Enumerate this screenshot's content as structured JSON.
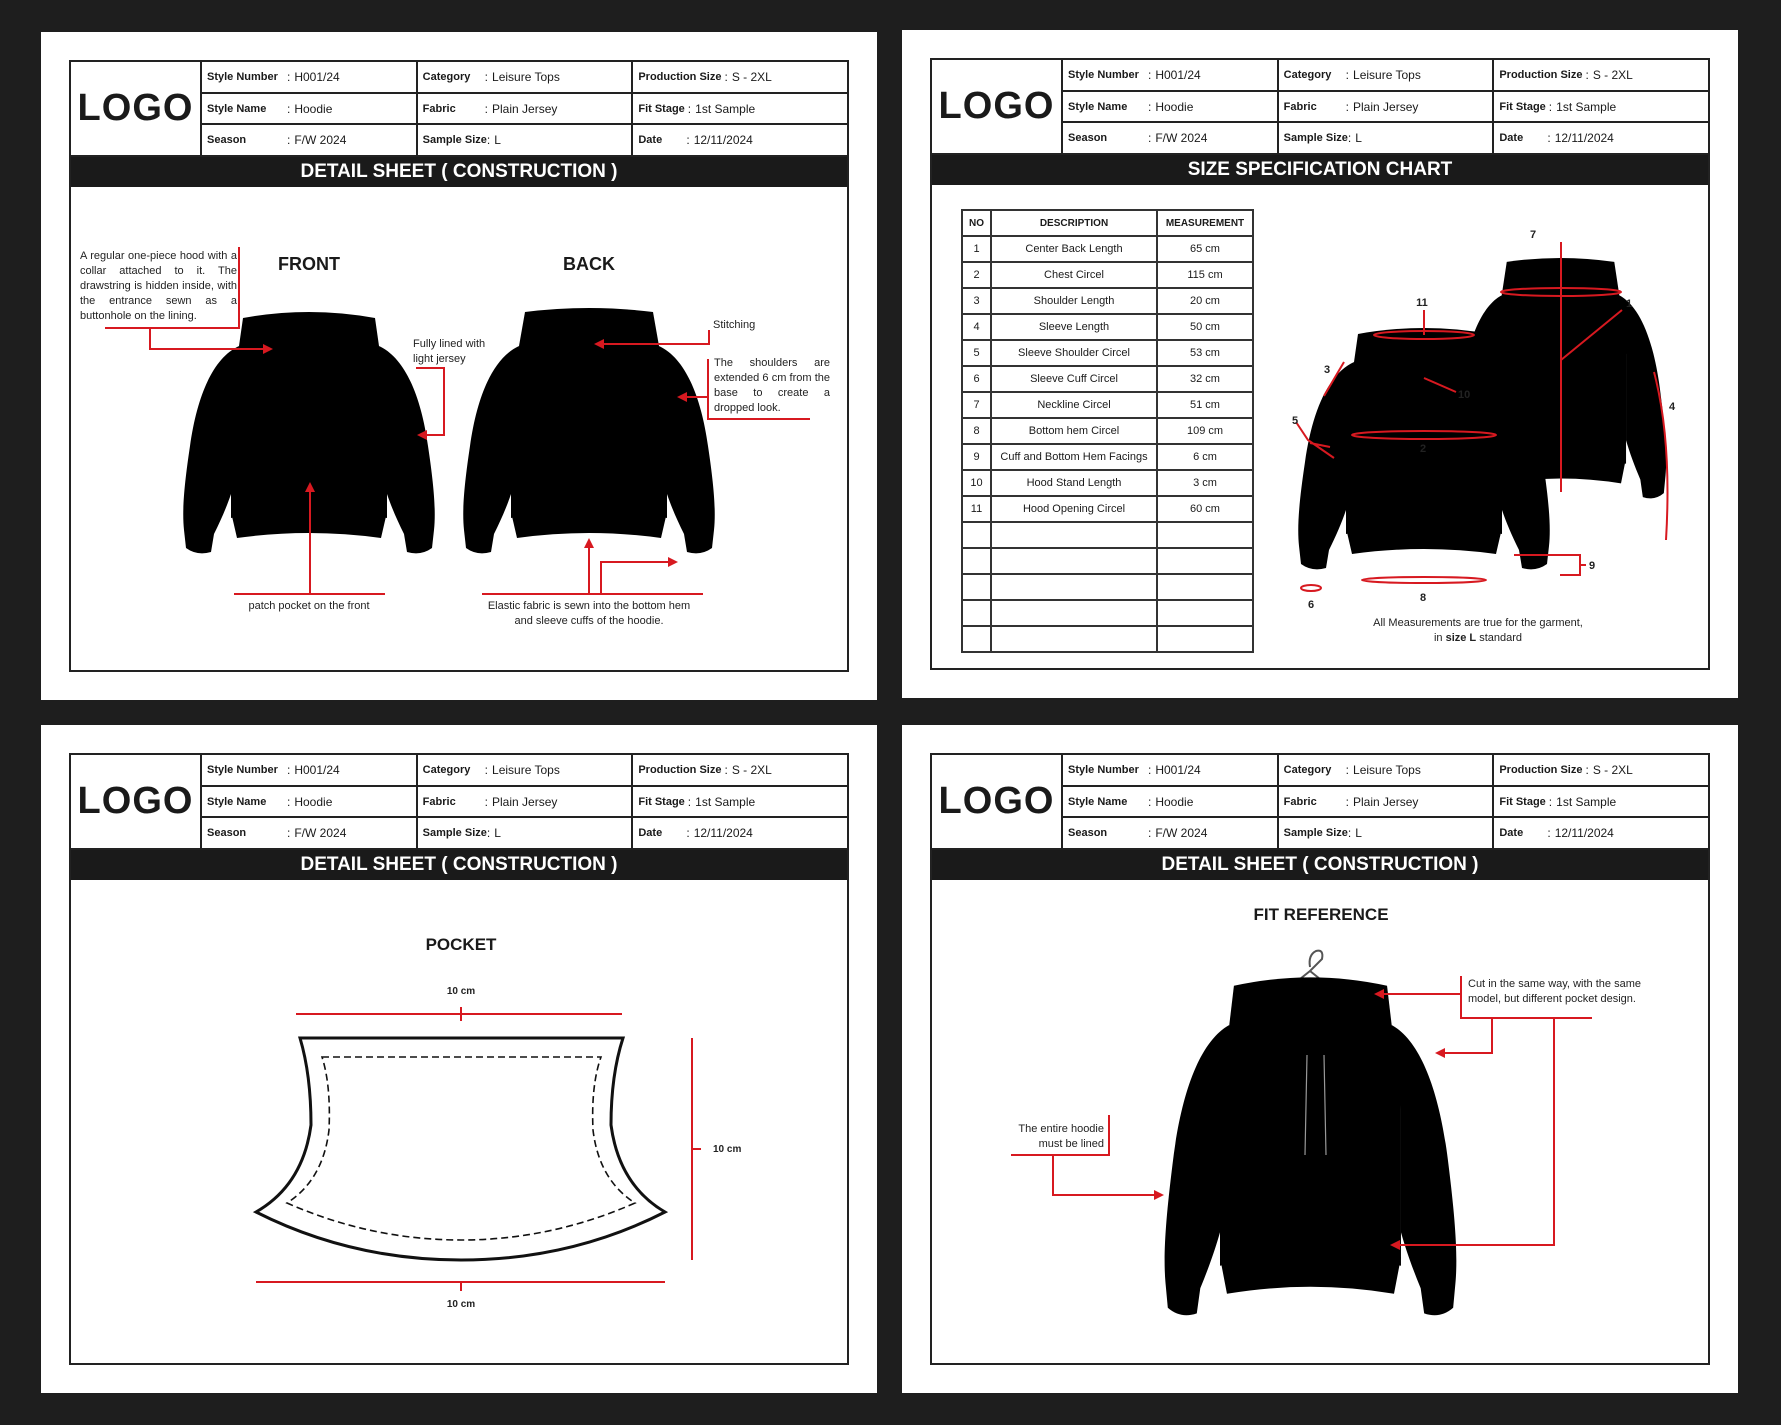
{
  "header": {
    "logo": "LOGO",
    "columns": [
      [
        {
          "label": "Style Number",
          "value": "H001/24"
        },
        {
          "label": "Style Name",
          "value": "Hoodie"
        },
        {
          "label": "Season",
          "value": "F/W 2024"
        }
      ],
      [
        {
          "label": "Category",
          "value": "Leisure Tops"
        },
        {
          "label": "Fabric",
          "value": "Plain Jersey"
        },
        {
          "label": "Sample Size",
          "value": "L"
        }
      ],
      [
        {
          "label": "Production Size",
          "value": "S - 2XL"
        },
        {
          "label": "Fit Stage",
          "value": "1st Sample"
        },
        {
          "label": "Date",
          "value": "12/11/2024"
        }
      ]
    ]
  },
  "colors": {
    "accent": "#d71920",
    "bar": "#1a1a1a",
    "background": "#1e1e1e"
  },
  "panels": [
    {
      "title": "DETAIL SHEET ( CONSTRUCTION )",
      "front_label": "FRONT",
      "back_label": "BACK",
      "notes": {
        "hood": "A regular one-piece hood with a collar attached to it. The drawstring is hidden inside, with the entrance sewn as a buttonhole on the lining.",
        "lined": "Fully lined with light jersey",
        "stitching": "Stitching",
        "shoulders": "The shoulders are extended 6 cm from the base to create a dropped look.",
        "pocket": "patch pocket on the front",
        "elastic_1": "Elastic fabric is sewn into the bottom hem",
        "elastic_2": "and sleeve cuffs of the hoodie."
      }
    },
    {
      "title": "SIZE SPECIFICATION CHART",
      "table": {
        "headers": [
          "NO",
          "DESCRIPTION",
          "MEASUREMENT"
        ],
        "rows": [
          [
            "1",
            "Center Back Length",
            "65 cm"
          ],
          [
            "2",
            "Chest Circel",
            "115 cm"
          ],
          [
            "3",
            "Shoulder Length",
            "20 cm"
          ],
          [
            "4",
            "Sleeve Length",
            "50 cm"
          ],
          [
            "5",
            "Sleeve Shoulder Circel",
            "53 cm"
          ],
          [
            "6",
            "Sleeve Cuff Circel",
            "32 cm"
          ],
          [
            "7",
            "Neckline Circel",
            "51 cm"
          ],
          [
            "8",
            "Bottom hem Circel",
            "109 cm"
          ],
          [
            "9",
            "Cuff and Bottom Hem Facings",
            "6 cm"
          ],
          [
            "10",
            "Hood Stand Length",
            "3 cm"
          ],
          [
            "11",
            "Hood Opening Circel",
            "60 cm"
          ]
        ],
        "empty_rows": 5
      },
      "diagram_labels": [
        "1",
        "2",
        "3",
        "4",
        "5",
        "6",
        "7",
        "8",
        "9",
        "10",
        "11"
      ],
      "note_1": "All Measurements are true for the garment,",
      "note_2_pre": "in ",
      "note_2_bold": "size L",
      "note_2_post": " standard"
    },
    {
      "title": "DETAIL SHEET ( CONSTRUCTION )",
      "pocket_title": "POCKET",
      "dim_top": "10 cm",
      "dim_right": "10 cm",
      "dim_bottom": "10 cm"
    },
    {
      "title": "DETAIL SHEET ( CONSTRUCTION )",
      "fit_title": "FIT REFERENCE",
      "note_right": "Cut in the same way, with the same model, but different pocket design.",
      "note_left": "The entire hoodie must be lined"
    }
  ]
}
